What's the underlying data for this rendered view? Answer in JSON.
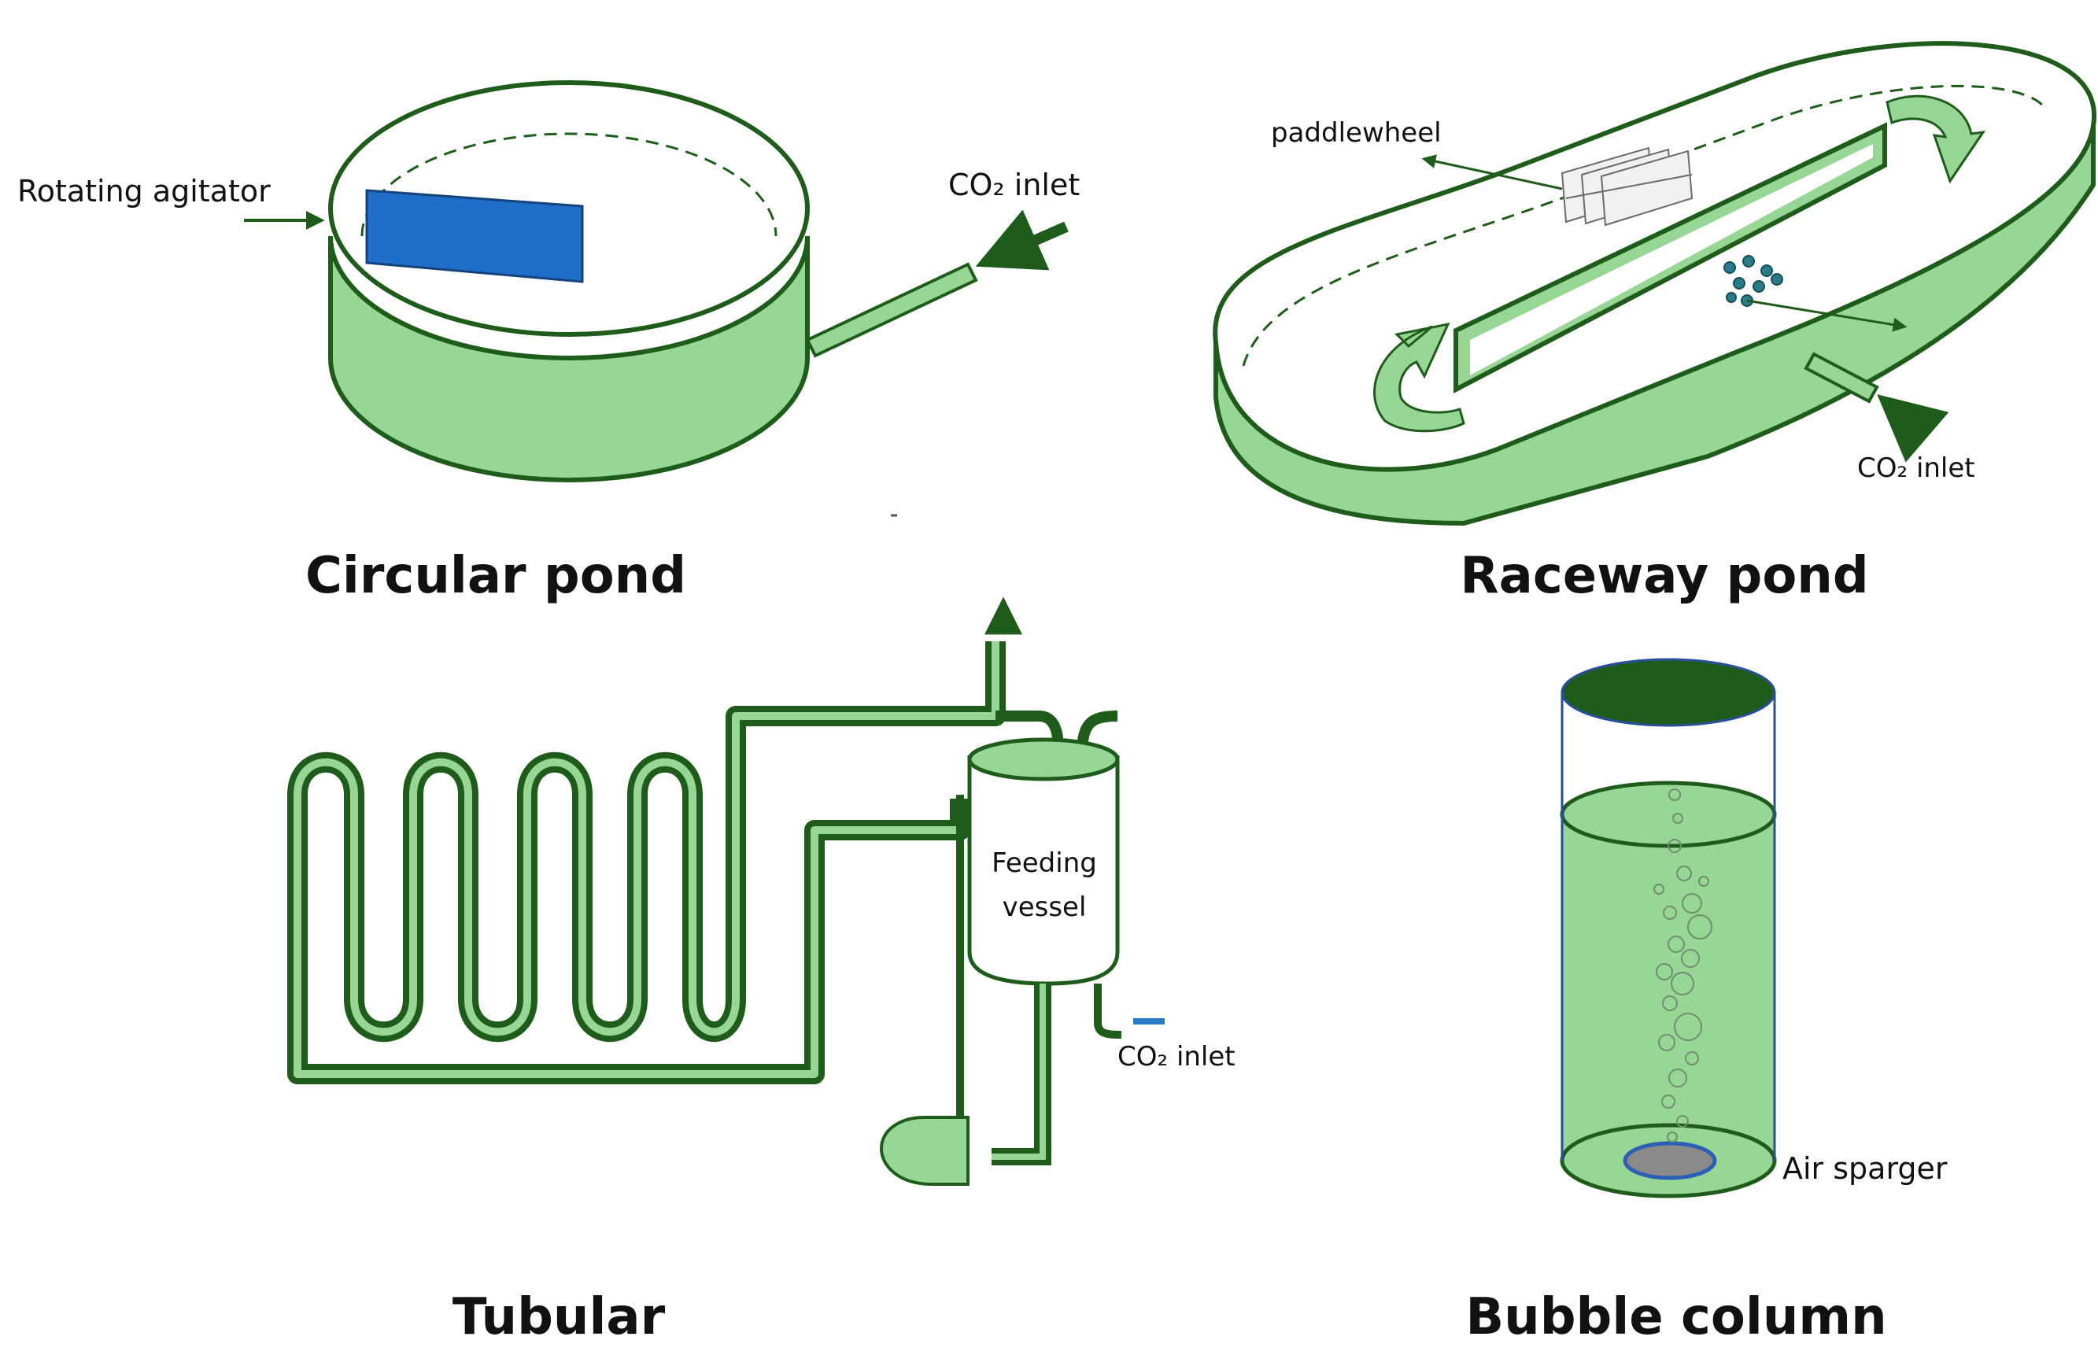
{
  "colors": {
    "light_green": "#98d696",
    "dark_green": "#1f5c1c",
    "agitator_blue": "#1f6fc9",
    "sparger_gray": "#8a8a8a",
    "sparger_rim": "#2a5fb5",
    "co2_arrow_blue": "#2b7bc4"
  },
  "panels": {
    "circular_pond": {
      "title": "Circular pond",
      "agitator_label": "Rotating agitator",
      "co2_label": "CO₂ inlet"
    },
    "raceway_pond": {
      "title": "Raceway pond",
      "paddle_label": "paddlewheel",
      "co2_label": "CO₂ inlet"
    },
    "tubular": {
      "title": "Tubular",
      "vessel_label_line1": "Feeding",
      "vessel_label_line2": "vessel",
      "co2_label": "CO₂ inlet"
    },
    "bubble_column": {
      "title": "Bubble column",
      "sparger_label": "Air sparger"
    }
  }
}
